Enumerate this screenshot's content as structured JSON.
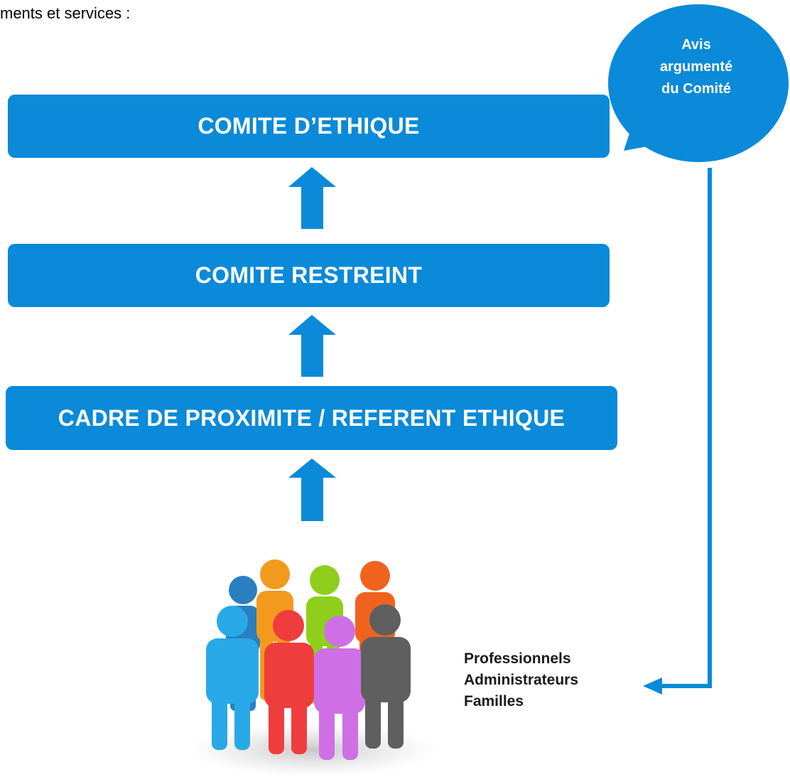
{
  "intro_text": "ments et services :",
  "boxes": {
    "ethique": "COMITE D’ETHIQUE",
    "restreint": "COMITE RESTREINT",
    "cadre": "CADRE DE PROXIMITE / REFERENT ETHIQUE"
  },
  "bubble": {
    "line1": "Avis",
    "line2": "argumenté",
    "line3": "du Comité"
  },
  "stakeholders": {
    "line1": "Professionnels",
    "line2": "Administrateurs",
    "line3": "Familles"
  },
  "colors": {
    "primary_blue": "#0a8ad8",
    "people": [
      "#2a7fc1",
      "#f39a1e",
      "#8fcf1c",
      "#f0631e",
      "#29a8e8",
      "#ef3d3d",
      "#cf6fe6",
      "#5f5f5f"
    ]
  },
  "icons": [
    "up-arrow-icon",
    "speech-bubble-icon",
    "people-group-icon",
    "feedback-arrow-icon"
  ]
}
